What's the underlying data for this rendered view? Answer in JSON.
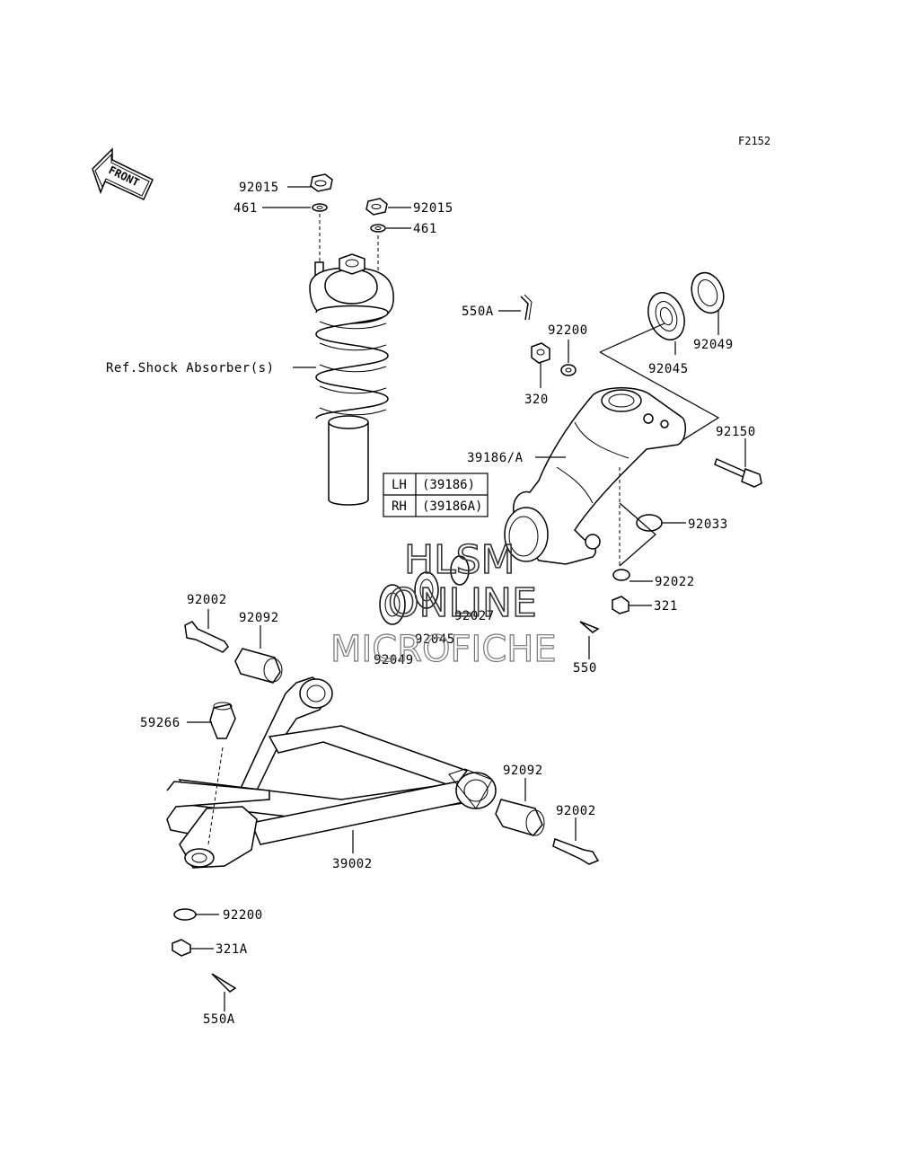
{
  "figure_id": "F2152",
  "front_label": "FRONT",
  "side_table": {
    "rows": [
      {
        "side": "LH",
        "part": "(39186)"
      },
      {
        "side": "RH",
        "part": "(39186A)"
      }
    ]
  },
  "callouts": {
    "nut_top_left": "92015",
    "washer_top_left": "461",
    "nut_top_right": "92015",
    "washer_top_right": "461",
    "shock_ref": "Ref.Shock Absorber(s)",
    "cotter_pin_top": "550A",
    "washer_knuckle": "92200",
    "nut_knuckle": "320",
    "bearing_right": "92045",
    "seal_right": "92049",
    "knuckle": "39186/A",
    "bolt_knuckle": "92150",
    "circlip": "92033",
    "washer_lower": "92022",
    "nut_lower": "321",
    "cotter_pin_lower": "550",
    "spacer": "92027",
    "bearing_left": "92045",
    "seal_left": "92049",
    "bolt_arm_left": "92002",
    "bushing_left": "92092",
    "ball_joint": "59266",
    "bushing_right": "92092",
    "bolt_arm_right": "92002",
    "a_arm": "39002",
    "washer_arm": "92200",
    "nut_arm": "321A",
    "cotter_pin_arm": "550A"
  },
  "watermark": {
    "line1": "HLSM",
    "line2": "ONLINE",
    "line3": "MICROFICHE"
  }
}
